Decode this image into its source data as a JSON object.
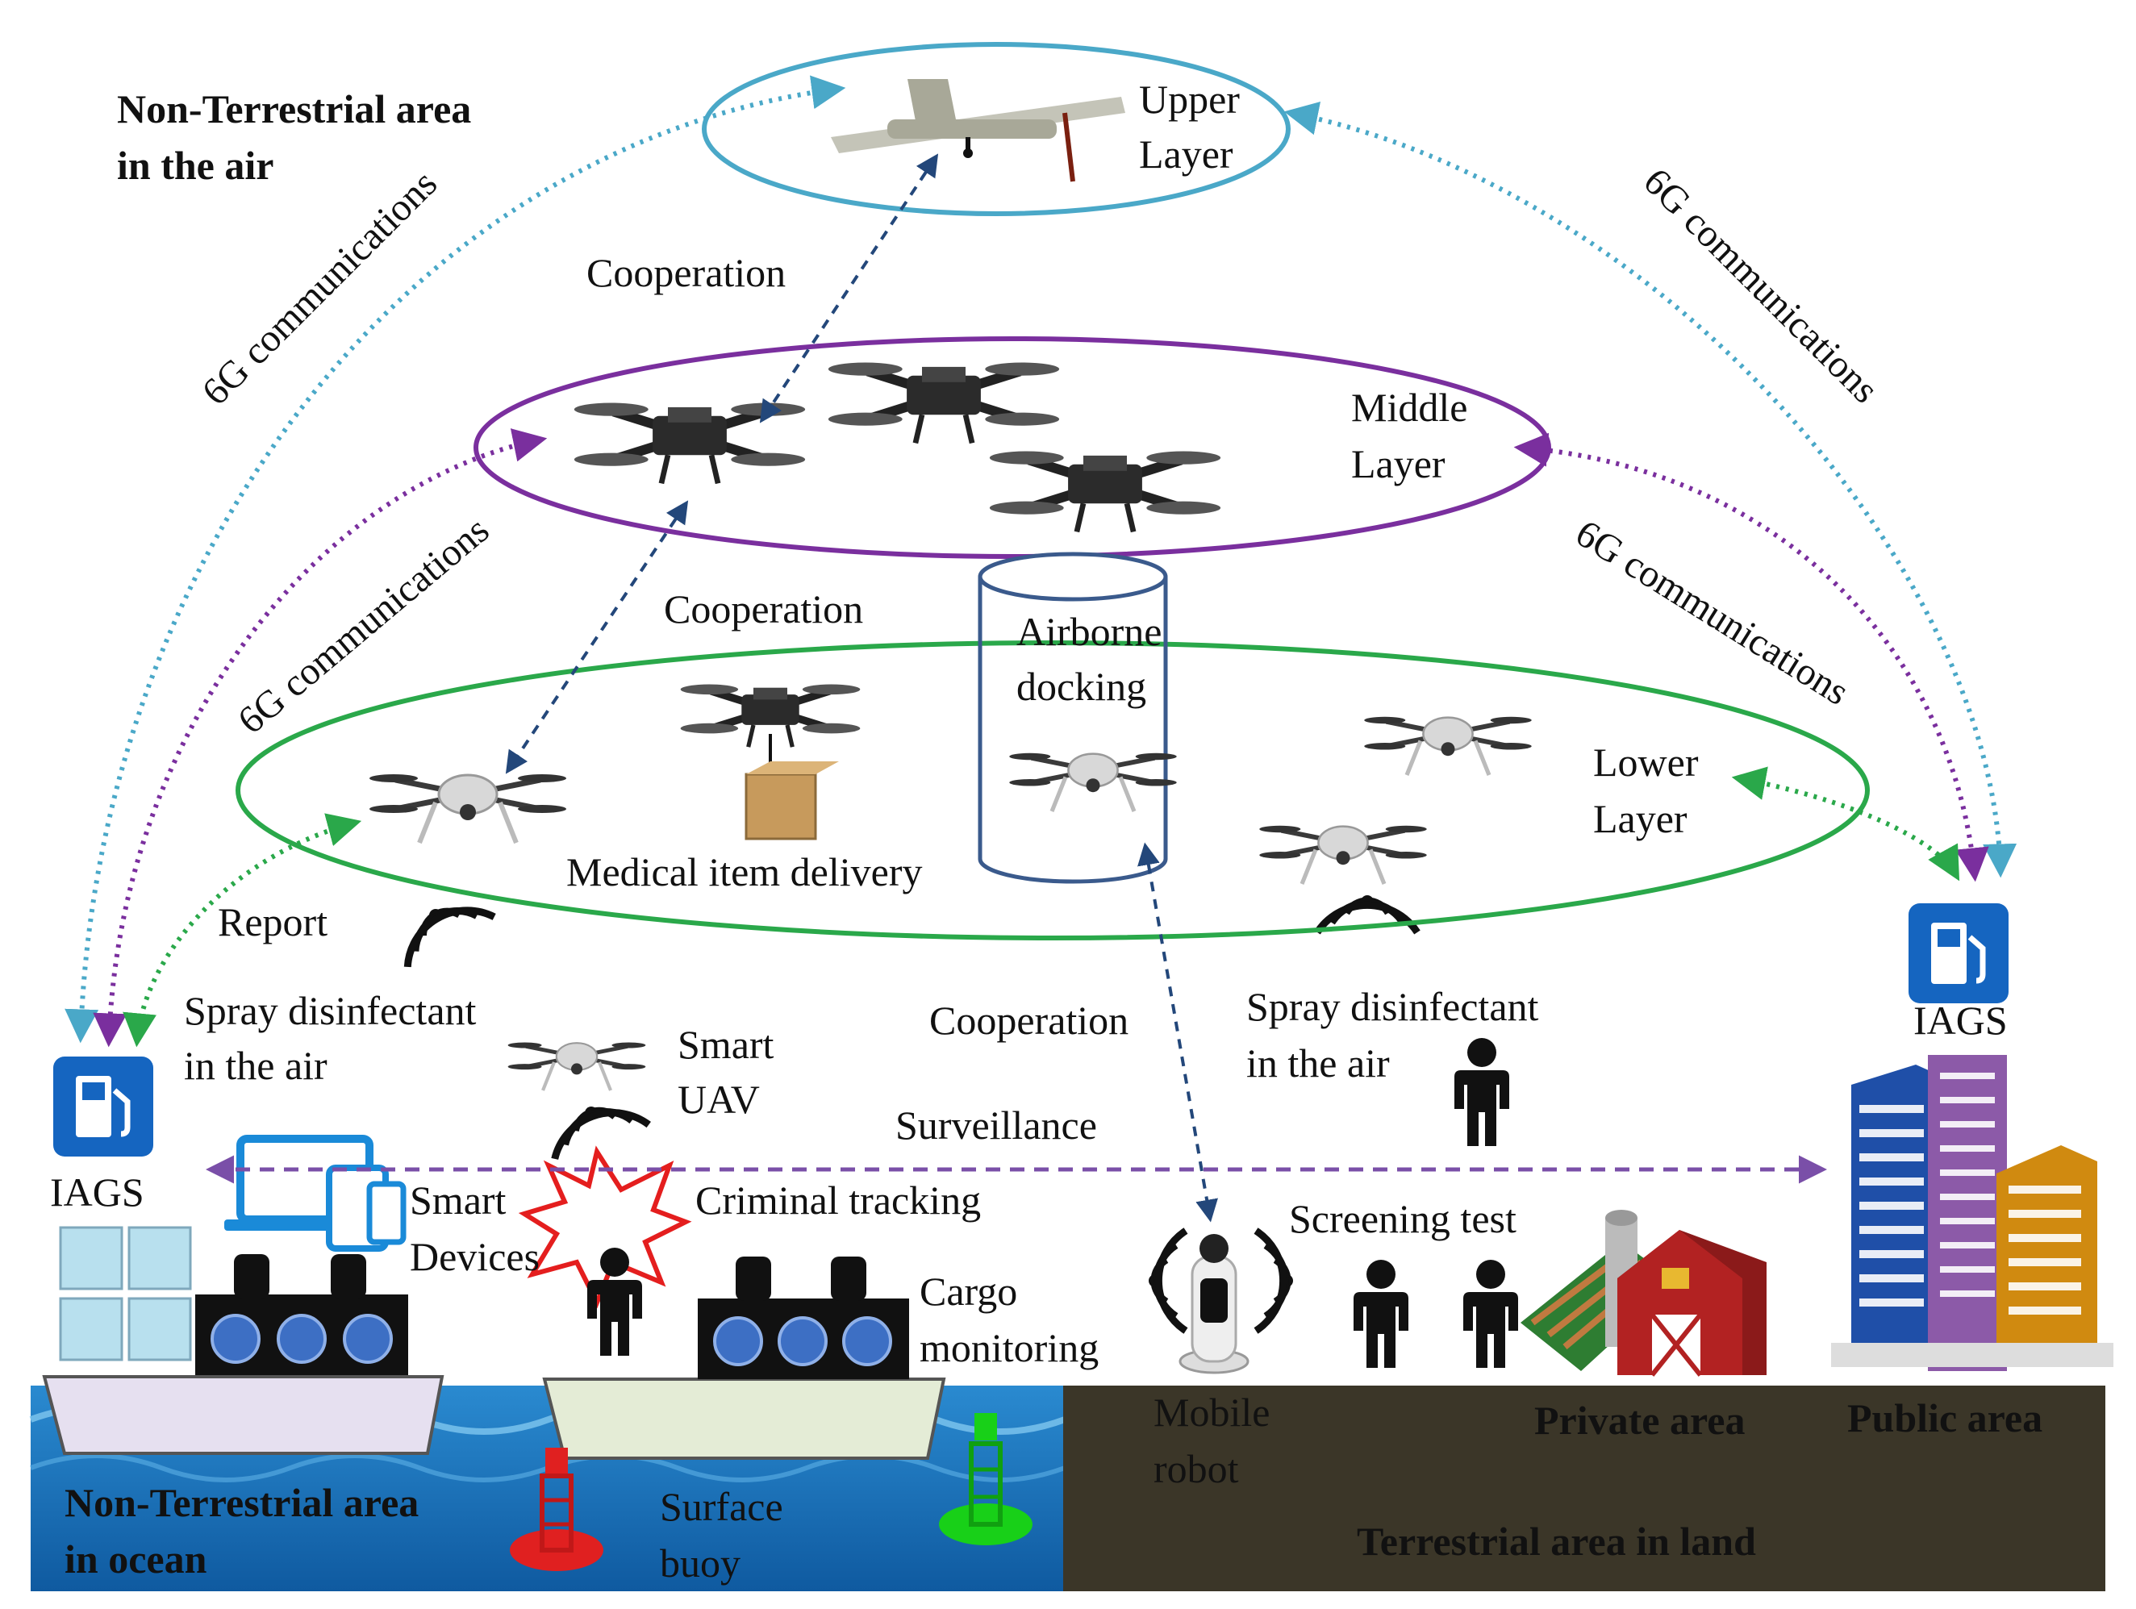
{
  "regions": {
    "air_title_line1": "Non-Terrestrial area",
    "air_title_line2": "in the air",
    "ocean_title_line1": "Non-Terrestrial area",
    "ocean_title_line2": "in ocean",
    "land_title": "Terrestrial area in land",
    "private_area": "Private area",
    "public_area": "Public area"
  },
  "layers": {
    "upper_line1": "Upper",
    "upper_line2": "Layer",
    "middle_line1": "Middle",
    "middle_line2": "Layer",
    "lower_line1": "Lower",
    "lower_line2": "Layer"
  },
  "links": {
    "comm_left_upper": "6G communications",
    "comm_right_upper": "6G communications",
    "comm_left_middle": "6G communications",
    "comm_right_middle": "6G communications",
    "cooperation_upper": "Cooperation",
    "cooperation_middle": "Cooperation",
    "cooperation_ground": "Cooperation",
    "surveillance": "Surveillance",
    "report": "Report"
  },
  "labels": {
    "airborne_line1": "Airborne",
    "airborne_line2": "docking",
    "medical": "Medical item delivery",
    "spray_left_line1": "Spray disinfectant",
    "spray_left_line2": "in the air",
    "spray_right_line1": "Spray disinfectant",
    "spray_right_line2": "in the air",
    "smart_uav_line1": "Smart",
    "smart_uav_line2": "UAV",
    "smart_devices_line1": "Smart",
    "smart_devices_line2": "Devices",
    "criminal": "Criminal tracking",
    "cargo_line1": "Cargo",
    "cargo_line2": "monitoring",
    "screening": "Screening test",
    "robot_line1": "Mobile",
    "robot_line2": "robot",
    "buoy_line1": "Surface",
    "buoy_line2": "buoy",
    "iags_left": "IAGS",
    "iags_right": "IAGS"
  },
  "colors": {
    "upper_layer": "#4aa8c8",
    "middle_layer": "#7a2f9e",
    "lower_layer": "#2aa84a",
    "docking_cylinder": "#3a5a8c",
    "coop_arrow": "#23477a",
    "ocean": "#1c6fb8",
    "land": "#3b3628",
    "station": "#1565c0"
  }
}
